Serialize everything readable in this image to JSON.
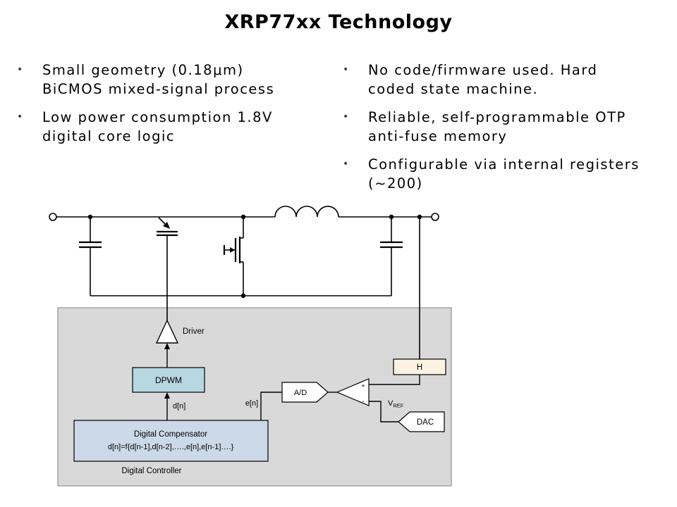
{
  "title": "XRP77xx Technology",
  "bullet_char": "•",
  "bullets_left": [
    {
      "lines": [
        "Small geometry (0.18μm)",
        "BiCMOS mixed-signal process"
      ]
    },
    {
      "lines": [
        "Low power consumption 1.8V",
        "digital core logic"
      ]
    }
  ],
  "bullets_right": [
    {
      "lines": [
        "No code/firmware used. Hard",
        "coded state machine."
      ]
    },
    {
      "lines": [
        "Reliable, self-programmable OTP",
        "anti-fuse memory"
      ]
    },
    {
      "lines": [
        "Configurable via internal registers",
        "(~200)"
      ]
    }
  ],
  "diagram": {
    "driver": "Driver",
    "dpwm": "DPWM",
    "dn": "d[n]",
    "compensator_title": "Digital Compensator",
    "compensator_formula": "d[n]=f{d[n-1],d[n-2],….,e[n],e[n-1]….}",
    "controller": "Digital Controller",
    "adc": "A/D",
    "en": "e[n]",
    "h": "H",
    "vref_base": "V",
    "vref_sub": "REF",
    "dac": "DAC",
    "plus": "+",
    "minus": "-",
    "colors": {
      "dpwm_fill": "#b7d7e1",
      "compensator_fill": "#ccd9e8",
      "h_fill": "#fdf3e2",
      "controller_fill": "#d9d9d9",
      "controller_stroke": "#7f7f7f"
    }
  }
}
